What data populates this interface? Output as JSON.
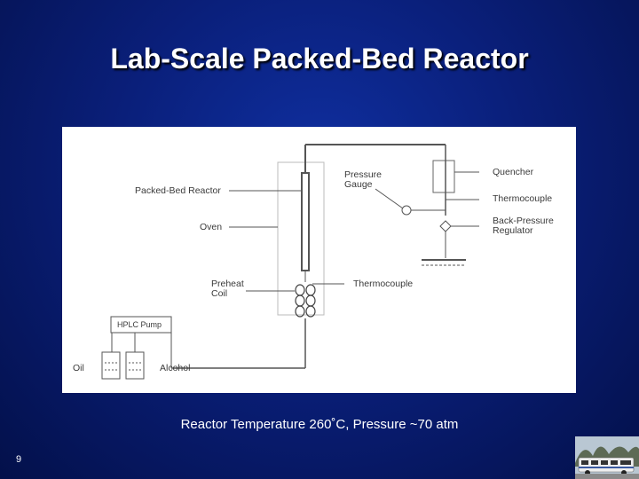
{
  "slide": {
    "title": "Lab-Scale Packed-Bed Reactor",
    "caption": "Reactor Temperature 260˚C, Pressure ~70 atm",
    "slide_number": "9"
  },
  "diagram": {
    "labels": {
      "packed_bed_reactor": "Packed-Bed Reactor",
      "oven": "Oven",
      "preheat_coil": "Preheat\nCoil",
      "hplc_pump": "HPLC Pump",
      "oil": "Oil",
      "alcohol": "Alcohol",
      "pressure_gauge": "Pressure\nGauge",
      "quencher": "Quencher",
      "thermocouple_top": "Thermocouple",
      "back_pressure_regulator": "Back-Pressure\nRegulator",
      "thermocouple_mid": "Thermocouple"
    }
  }
}
